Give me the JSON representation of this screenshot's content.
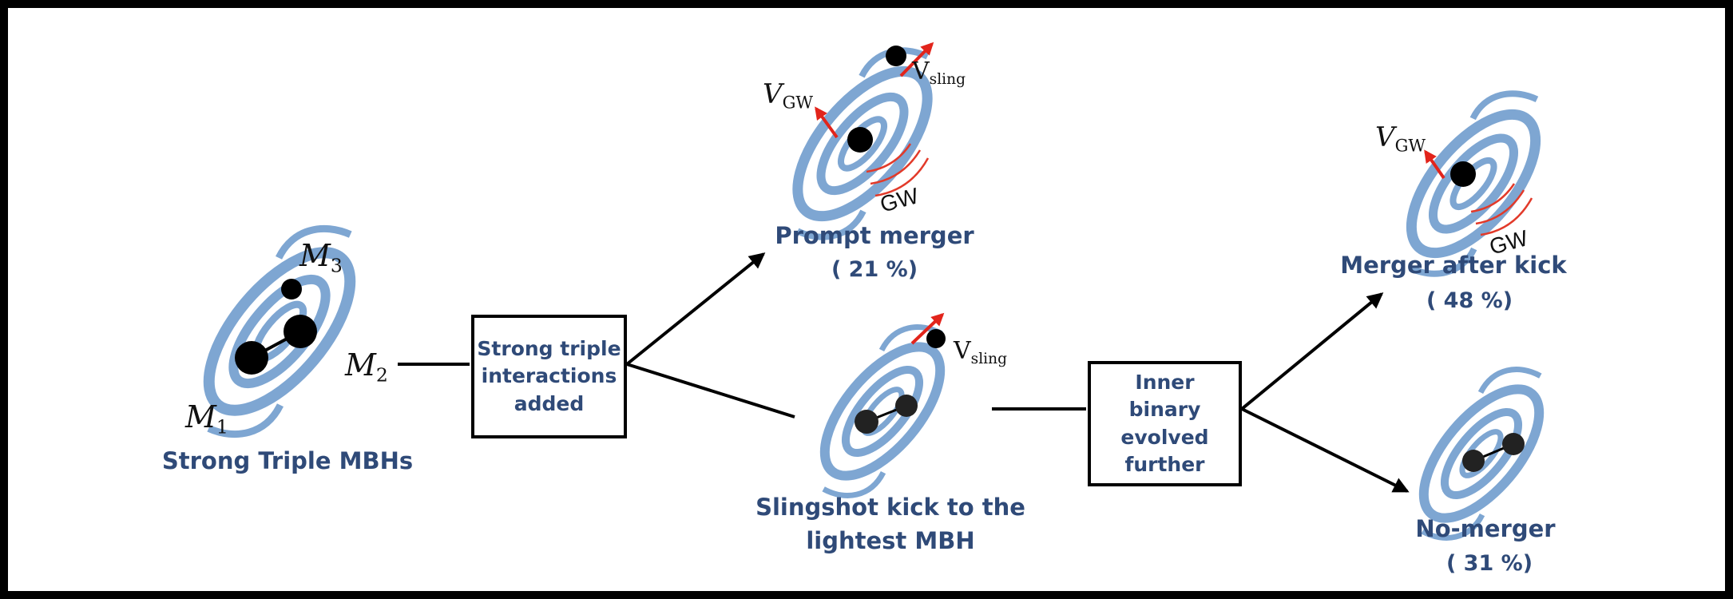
{
  "colors": {
    "galaxy": "#7ea6d2",
    "title_text": "#2f4a78",
    "gw_waves": "#e23a2a",
    "kick_arrow": "#e2241b",
    "black_hole": "#000000"
  },
  "stages": {
    "initial": {
      "title": "Strong Triple MBHs",
      "m1": "M",
      "m1_sub": "1",
      "m2": "M",
      "m2_sub": "2",
      "m3": "M",
      "m3_sub": "3"
    },
    "box1": "Strong triple\ninteractions\nadded",
    "prompt": {
      "title": "Prompt merger",
      "percent": "( 21 %)",
      "vgw": "V",
      "vgw_sub": "GW",
      "vsling": "V",
      "vsling_sub": "sling",
      "gw": "GW"
    },
    "slingshot": {
      "title_line1": "Slingshot kick to the",
      "title_line2": "lightest MBH",
      "vsling": "V",
      "vsling_sub": "sling"
    },
    "box2": "Inner\nbinary\nevolved\nfurther",
    "merger_after": {
      "title": "Merger after kick",
      "percent": "( 48 %)",
      "vgw": "V",
      "vgw_sub": "GW",
      "gw": "GW"
    },
    "no_merger": {
      "title": "No-merger",
      "percent": "( 31 %)"
    }
  }
}
